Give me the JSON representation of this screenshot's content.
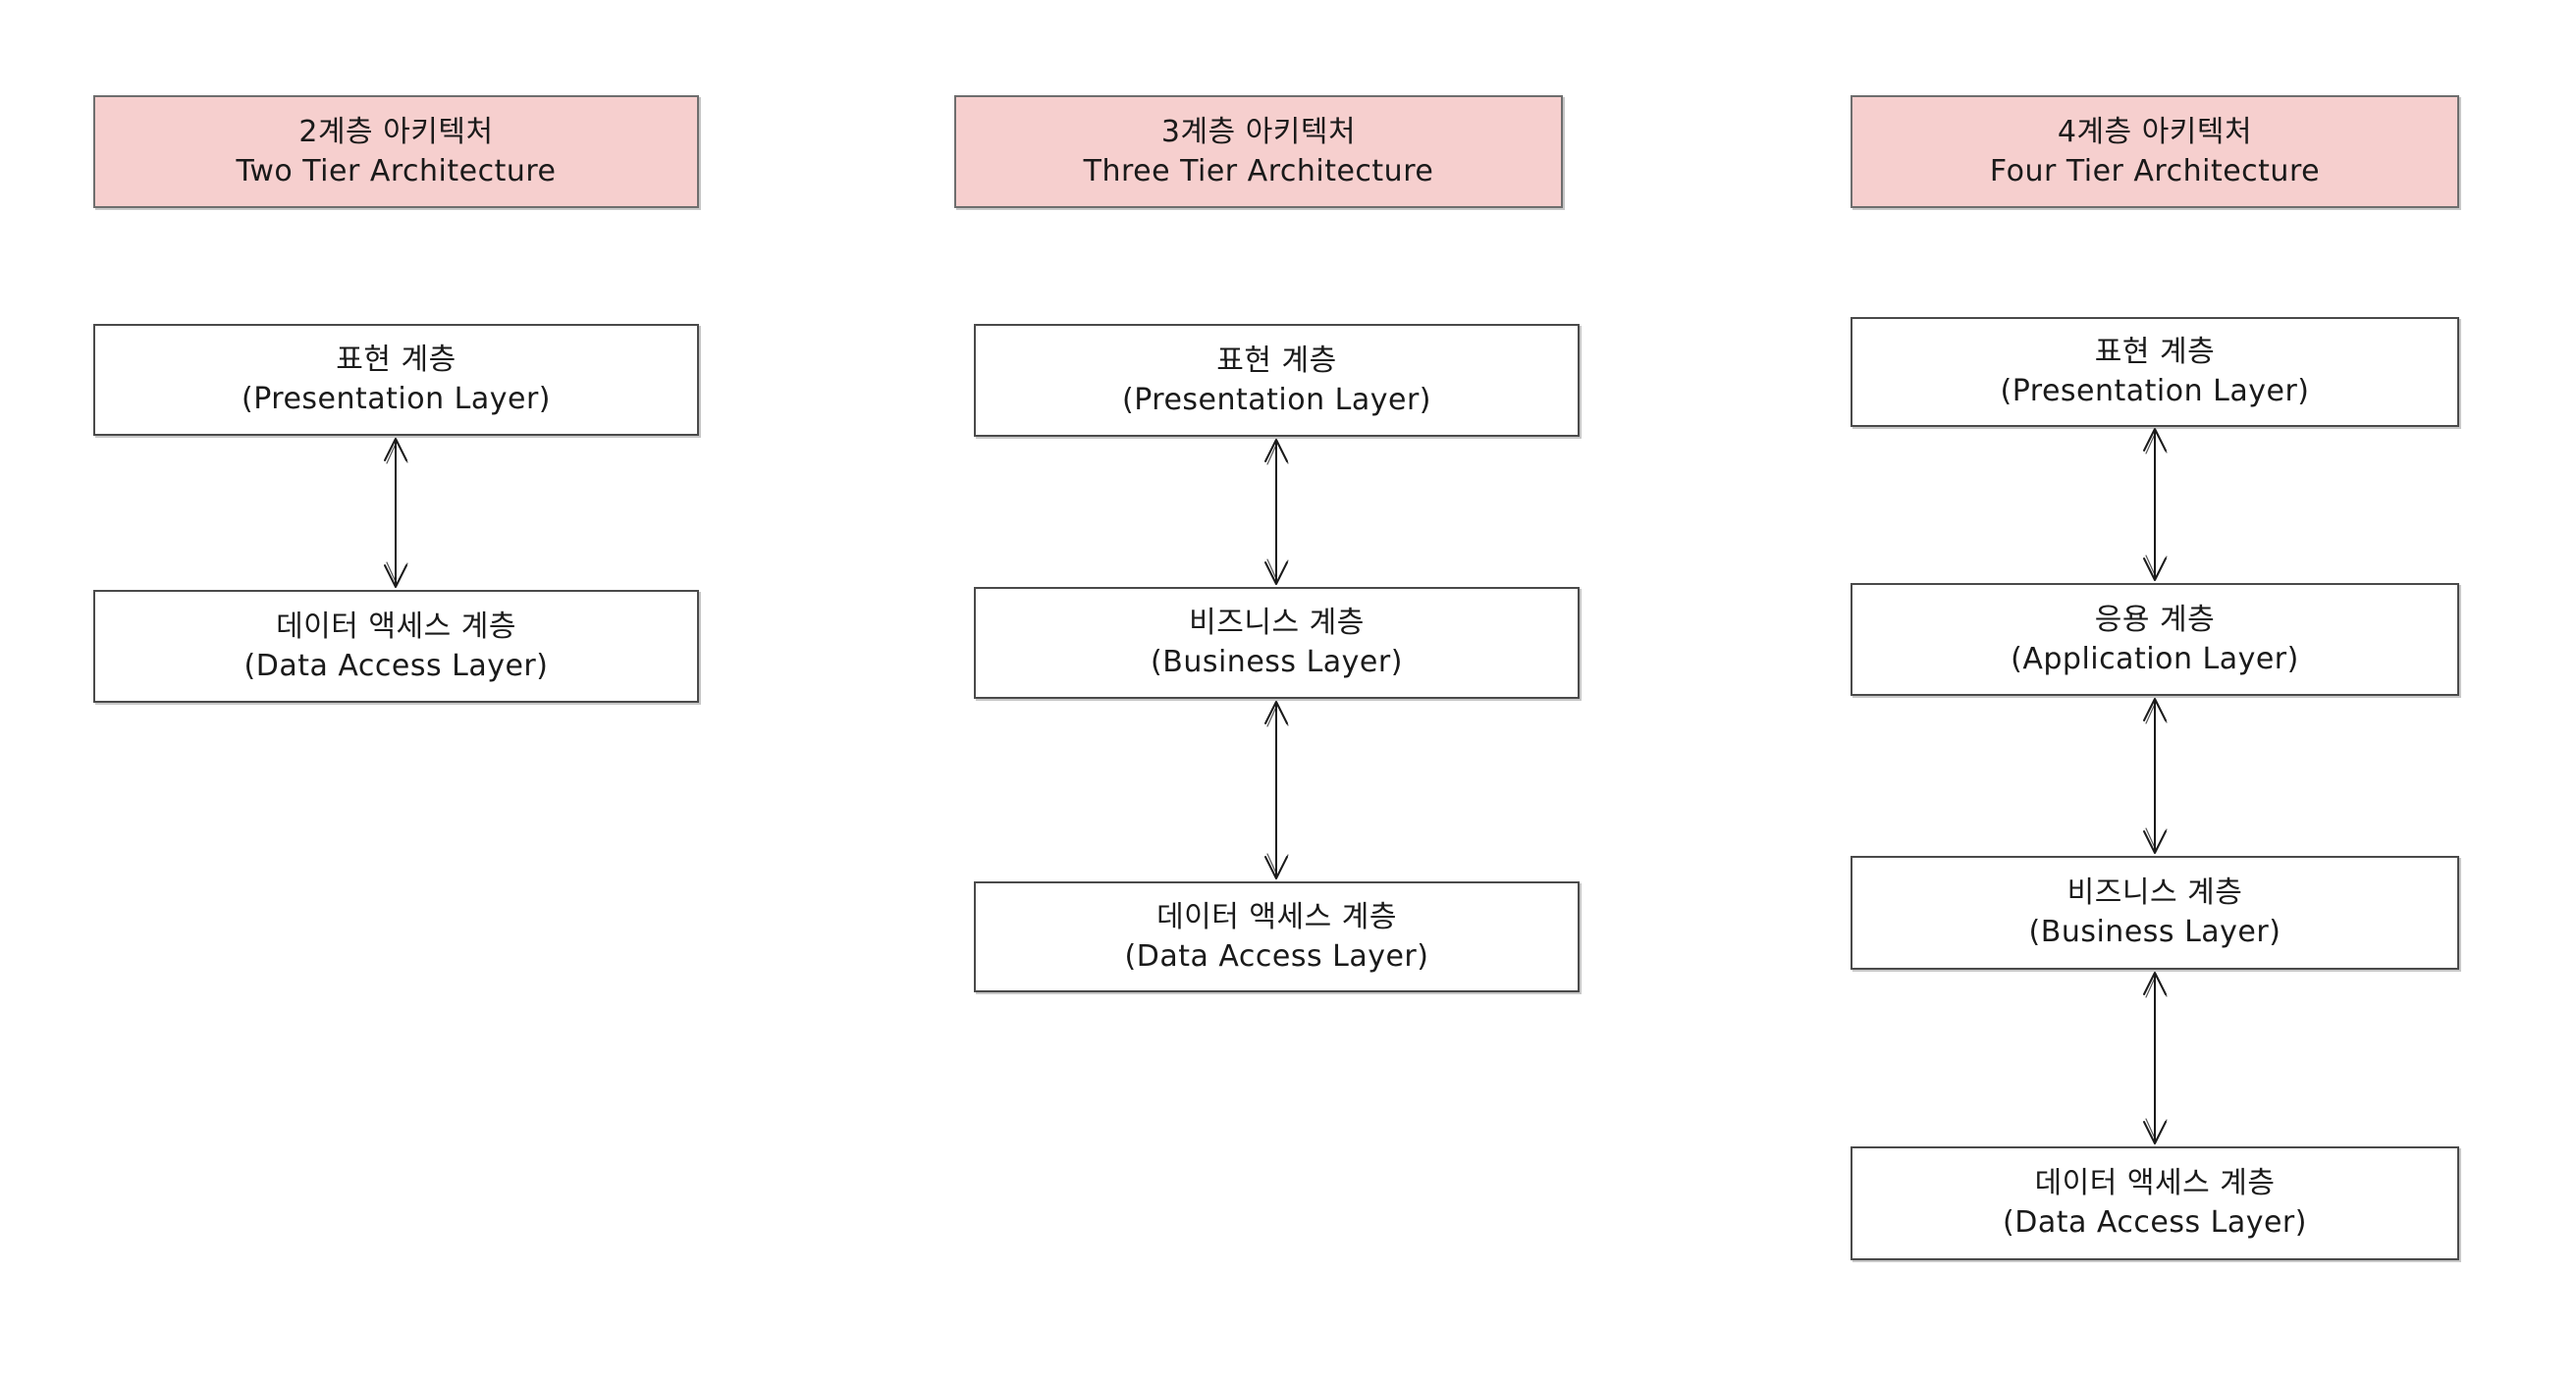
{
  "diagram": {
    "colors": {
      "header_fill": "#f6cfce",
      "header_border": "#6e6e6e",
      "box_fill": "#ffffff",
      "box_border": "#4a4a4a",
      "text": "#1a1a1a",
      "arrow": "#1a1a1a",
      "background": "#ffffff"
    },
    "columns": [
      {
        "id": "two-tier",
        "header": {
          "ko": "2계층 아키텍처",
          "en": "Two Tier Architecture"
        },
        "layers": [
          {
            "id": "presentation",
            "ko": "표현 계층",
            "en": "(Presentation Layer)"
          },
          {
            "id": "data-access",
            "ko": "데이터 액세스 계층",
            "en": "(Data Access Layer)"
          }
        ]
      },
      {
        "id": "three-tier",
        "header": {
          "ko": "3계층 아키텍처",
          "en": "Three Tier Architecture"
        },
        "layers": [
          {
            "id": "presentation",
            "ko": "표현 계층",
            "en": "(Presentation Layer)"
          },
          {
            "id": "business",
            "ko": "비즈니스 계층",
            "en": "(Business Layer)"
          },
          {
            "id": "data-access",
            "ko": "데이터 액세스 계층",
            "en": "(Data Access Layer)"
          }
        ]
      },
      {
        "id": "four-tier",
        "header": {
          "ko": "4계층 아키텍처",
          "en": "Four Tier Architecture"
        },
        "layers": [
          {
            "id": "presentation",
            "ko": "표현 계층",
            "en": "(Presentation Layer)"
          },
          {
            "id": "application",
            "ko": "응용 계층",
            "en": "(Application Layer)"
          },
          {
            "id": "business",
            "ko": "비즈니스 계층",
            "en": "(Business Layer)"
          },
          {
            "id": "data-access",
            "ko": "데이터 액세스 계층",
            "en": "(Data Access Layer)"
          }
        ]
      }
    ]
  }
}
